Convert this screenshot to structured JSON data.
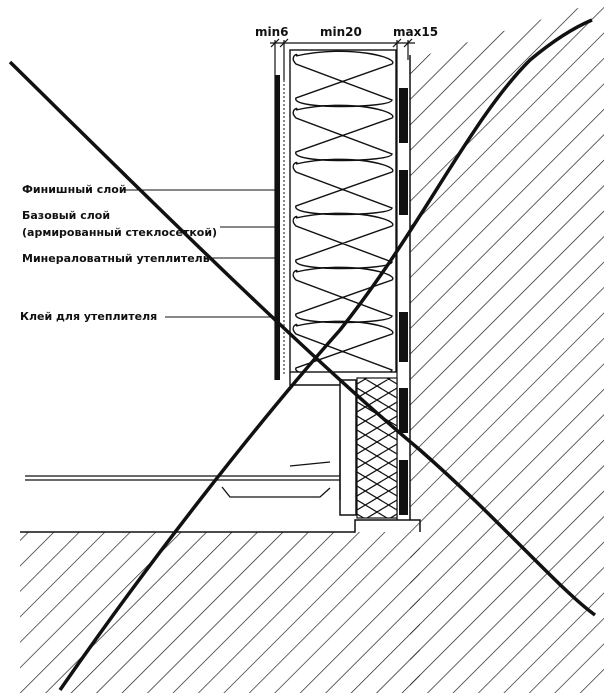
{
  "dimensions": {
    "left": "min6",
    "middle": "min20",
    "right": "max15"
  },
  "labels": {
    "finish_layer": "Финишный слой",
    "base_layer_line1": "Базовый слой",
    "base_layer_line2": "(армированный стеклосеткой)",
    "mineral_wool": "Минераловатный утеплитель",
    "adhesive": "Клей для утеплителя"
  },
  "colors": {
    "ink": "#111111",
    "background": "#ffffff"
  }
}
